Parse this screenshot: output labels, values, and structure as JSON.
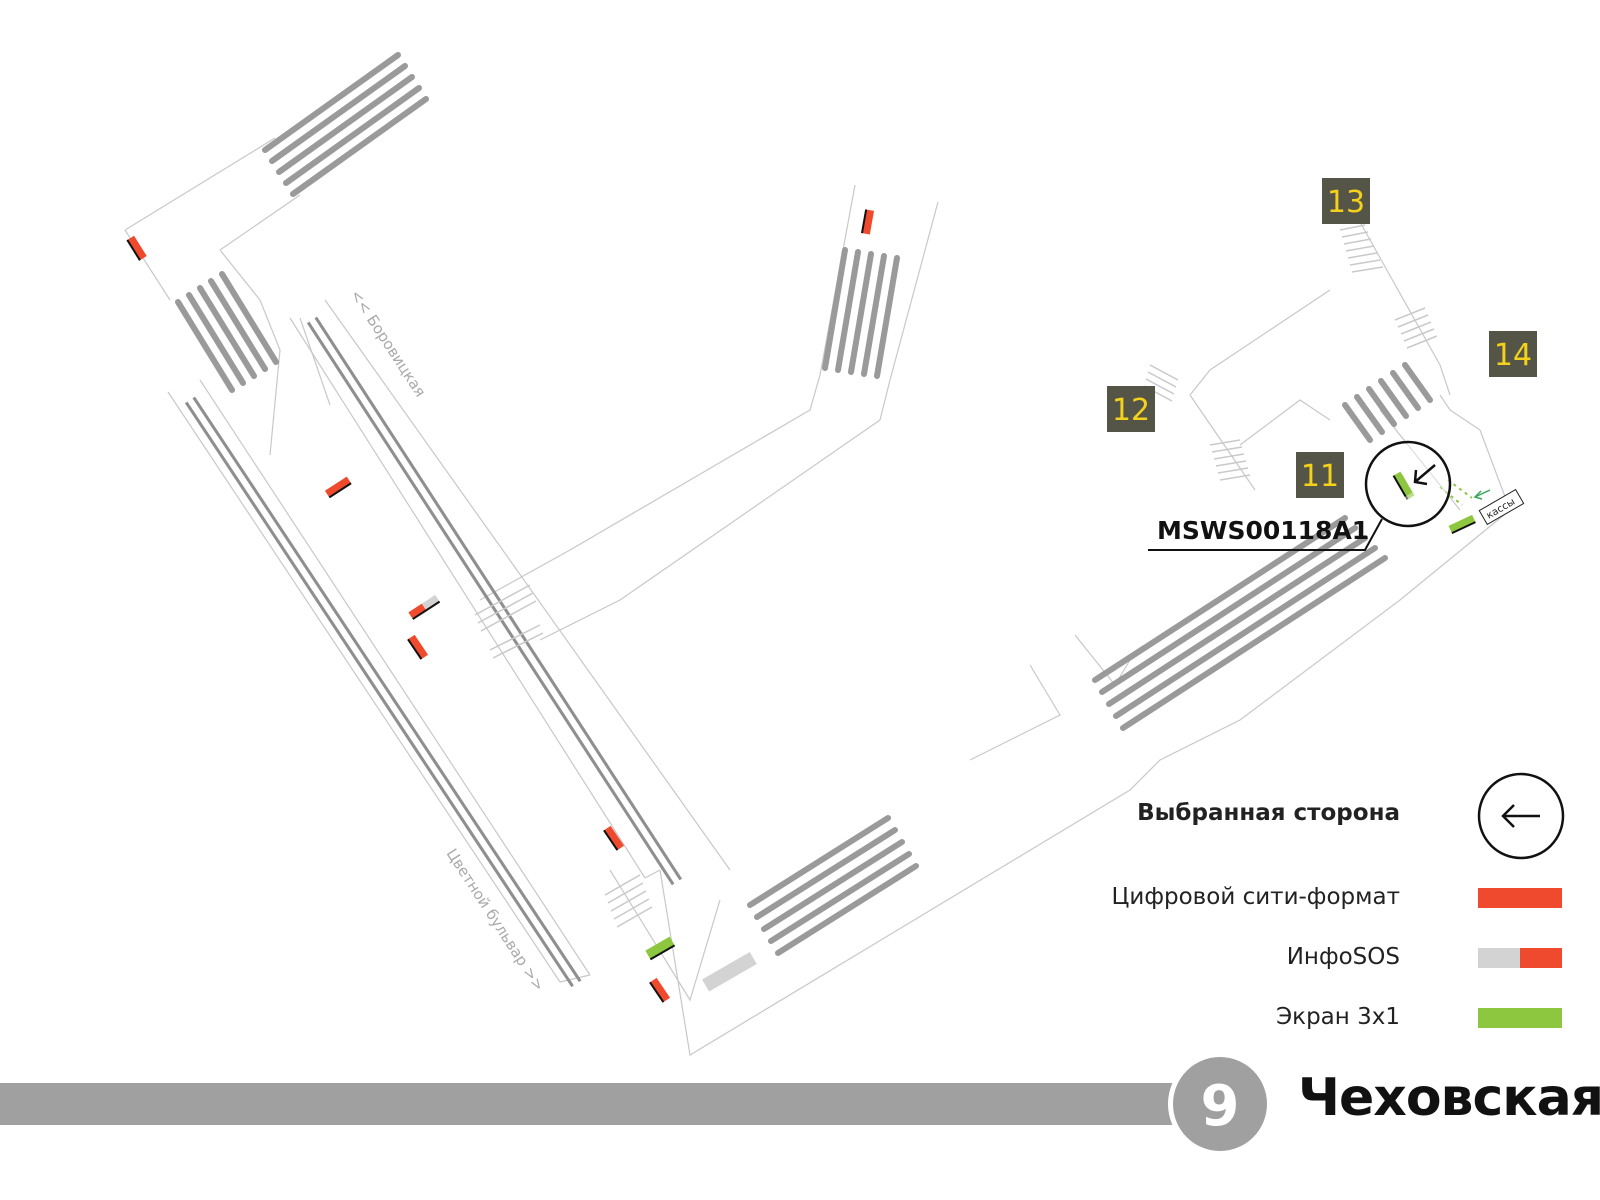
{
  "station": {
    "name": "Чеховская",
    "line_number": "9"
  },
  "selected_code": "MSWS00118A1",
  "directions": {
    "north": "<< Боровицкая",
    "south": "Цветной бульвар >>"
  },
  "kassy_label": "кассы",
  "exits": [
    {
      "number": "13"
    },
    {
      "number": "14"
    },
    {
      "number": "12"
    },
    {
      "number": "11"
    }
  ],
  "legend": {
    "selected_side": "Выбранная сторона",
    "digital_city": "Цифровой сити-формат",
    "infosos": "ИнфоSOS",
    "screen": "Экран 3х1"
  },
  "colors": {
    "red": "#ef4a2d",
    "green": "#8dc63f",
    "gray": "#d3d3d3",
    "exit_bg": "#545447",
    "exit_text": "#f4d11a",
    "line_bar": "#a0a0a0"
  },
  "icons": {
    "selected_side": "arrow-left-circle-icon"
  }
}
